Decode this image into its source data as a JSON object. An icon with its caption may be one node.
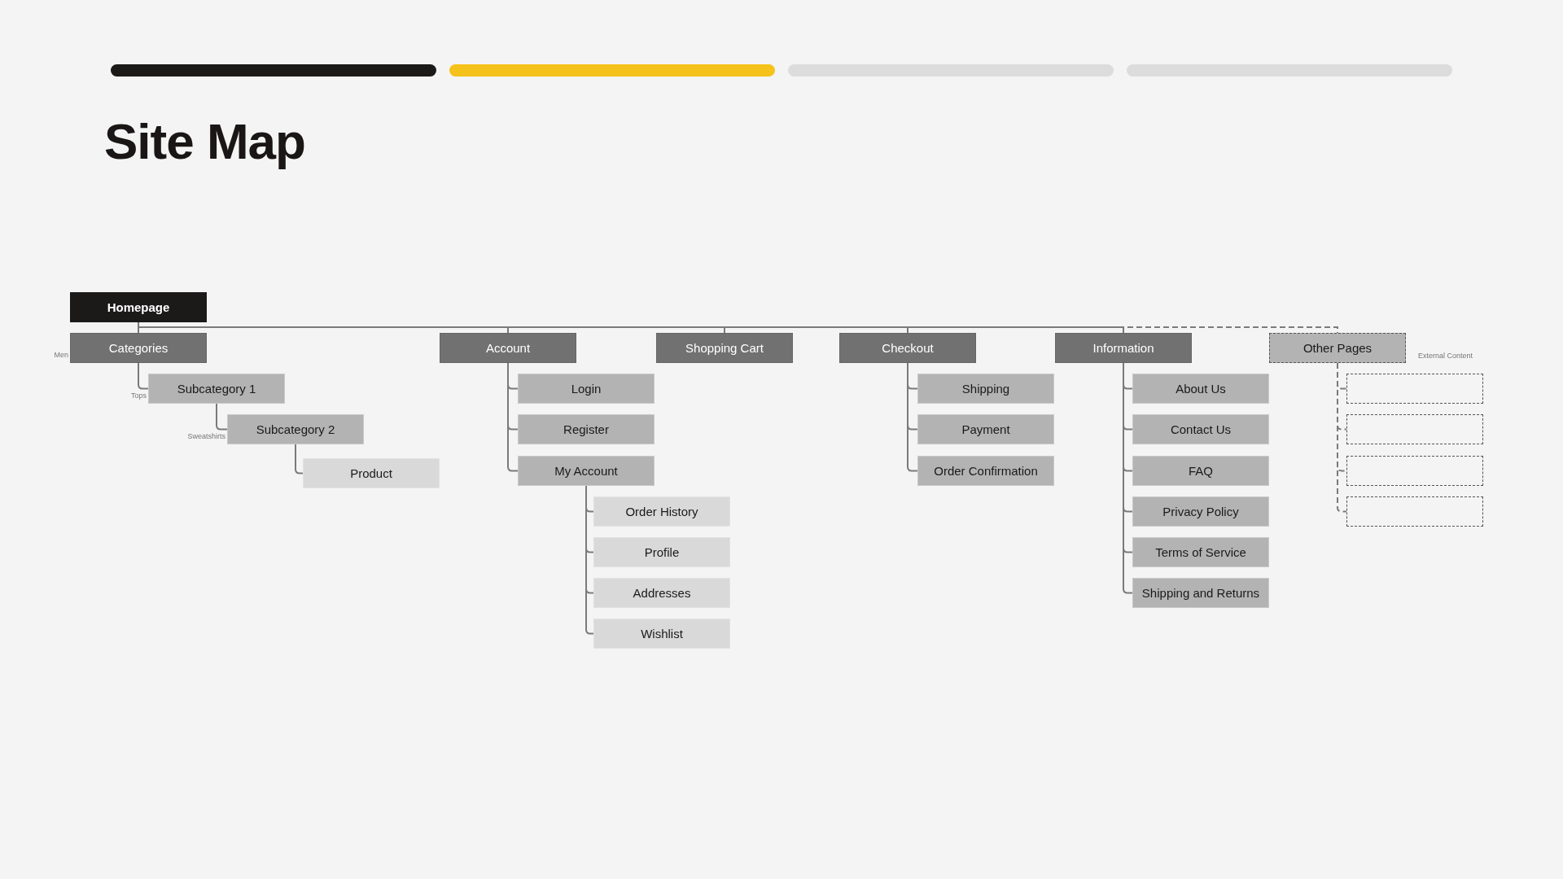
{
  "diagram": {
    "title": "Site Map",
    "nodes": [
      {
        "text": [
          "Homepage"
        ]
      },
      {
        "text": [
          "Categories"
        ],
        "beside": [
          "Men"
        ]
      },
      {
        "text": [
          "Subcategory 1"
        ],
        "beside": [
          "Tops"
        ]
      },
      {
        "text": [
          "Subcategory 2"
        ],
        "beside": [
          "Sweatshirts"
        ]
      },
      {
        "text": [
          "Product"
        ]
      },
      {
        "text": [
          "Account"
        ]
      },
      {
        "text": [
          "Login"
        ]
      },
      {
        "text": [
          "Register"
        ]
      },
      {
        "text": [
          "My Account"
        ]
      },
      {
        "text": [
          "Order History"
        ]
      },
      {
        "text": [
          "Profile"
        ]
      },
      {
        "text": [
          "Addresses"
        ]
      },
      {
        "text": [
          "Wishlist"
        ]
      },
      {
        "text": [
          "Shopping Cart"
        ]
      },
      {
        "text": [
          "Checkout"
        ]
      },
      {
        "text": [
          "Shipping"
        ]
      },
      {
        "text": [
          "Payment"
        ]
      },
      {
        "text": [
          "Order Confirmation"
        ]
      },
      {
        "text": [
          "Information"
        ]
      },
      {
        "text": [
          "About Us"
        ]
      },
      {
        "text": [
          "Contact Us"
        ]
      },
      {
        "text": [
          "FAQ"
        ]
      },
      {
        "text": [
          "Privacy Policy"
        ]
      },
      {
        "text": [
          "Terms of Service"
        ]
      },
      {
        "text": [
          "Shipping and Returns"
        ]
      },
      {
        "text": [
          "Other Pages"
        ],
        "beside": [
          "External Content"
        ]
      },
      {
        "text": [],
        "shape": "box"
      },
      {
        "text": [],
        "shape": "box"
      },
      {
        "text": [],
        "shape": "box"
      },
      {
        "text": [],
        "shape": "box"
      }
    ],
    "edges": [
      {
        "from": 0,
        "to": 1,
        "arrow": "none"
      },
      {
        "from": 1,
        "to": 2,
        "arrow": "none"
      },
      {
        "from": 2,
        "to": 3,
        "arrow": "none"
      },
      {
        "from": 3,
        "to": 4,
        "arrow": "none"
      },
      {
        "from": 0,
        "to": 5,
        "arrow": "none"
      },
      {
        "from": 5,
        "to": 6,
        "arrow": "none"
      },
      {
        "from": 5,
        "to": 7,
        "arrow": "none"
      },
      {
        "from": 5,
        "to": 8,
        "arrow": "none"
      },
      {
        "from": 8,
        "to": 9,
        "arrow": "none"
      },
      {
        "from": 8,
        "to": 10,
        "arrow": "none"
      },
      {
        "from": 8,
        "to": 11,
        "arrow": "none"
      },
      {
        "from": 8,
        "to": 12,
        "arrow": "none"
      },
      {
        "from": 0,
        "to": 13,
        "arrow": "none"
      },
      {
        "from": 0,
        "to": 14,
        "arrow": "none"
      },
      {
        "from": 14,
        "to": 15,
        "arrow": "none"
      },
      {
        "from": 14,
        "to": 16,
        "arrow": "none"
      },
      {
        "from": 14,
        "to": 17,
        "arrow": "none"
      },
      {
        "from": 0,
        "to": 18,
        "arrow": "none"
      },
      {
        "from": 18,
        "to": 19,
        "arrow": "none"
      },
      {
        "from": 18,
        "to": 20,
        "arrow": "none"
      },
      {
        "from": 18,
        "to": 21,
        "arrow": "none"
      },
      {
        "from": 18,
        "to": 22,
        "arrow": "none"
      },
      {
        "from": 18,
        "to": 23,
        "arrow": "none"
      },
      {
        "from": 18,
        "to": 24,
        "arrow": "none"
      },
      {
        "from": 0,
        "to": 25,
        "arrow": "none",
        "style": "dashed"
      },
      {
        "from": 25,
        "to": 26,
        "arrow": "none",
        "style": "dashed"
      },
      {
        "from": 25,
        "to": 27,
        "arrow": "none",
        "style": "dashed"
      },
      {
        "from": 25,
        "to": 28,
        "arrow": "none",
        "style": "dashed"
      },
      {
        "from": 25,
        "to": 29,
        "arrow": "none",
        "style": "dashed"
      }
    ]
  }
}
